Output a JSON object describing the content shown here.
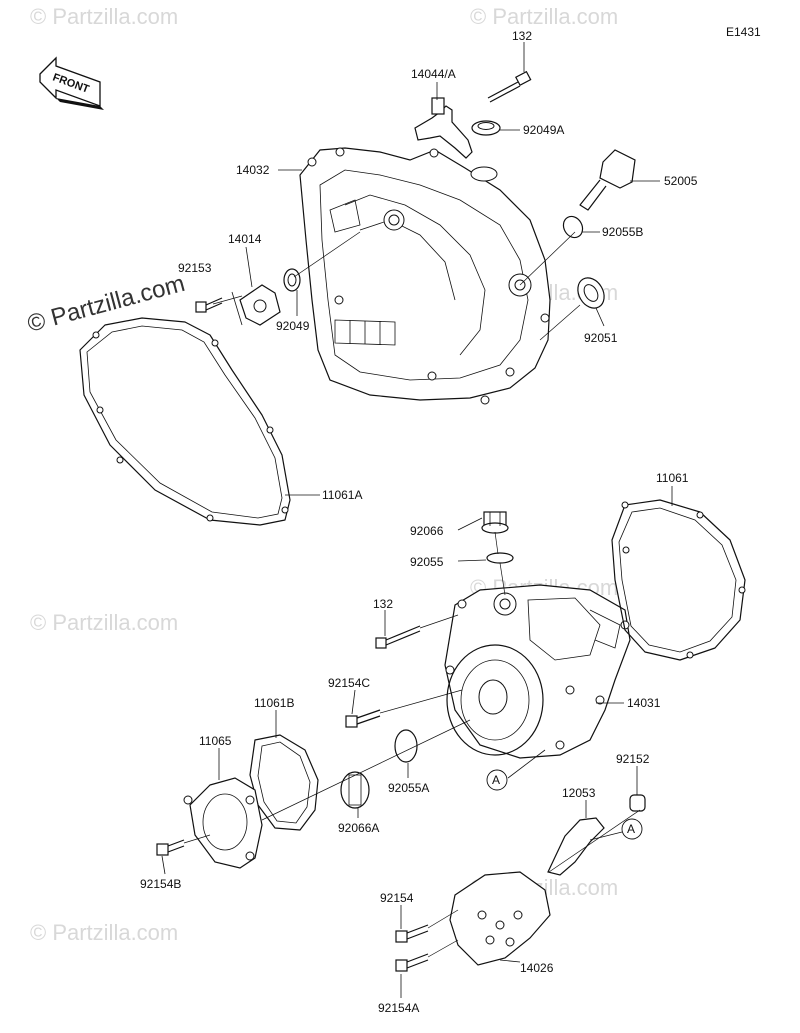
{
  "diagram_code": "E1431",
  "front_label": "FRONT",
  "watermark_main": "© Partzilla.com",
  "watermark_faint": "© Partzilla.com",
  "callout_a_top": "A",
  "callout_a_bottom": "A",
  "parts": {
    "p132_top": "132",
    "p14044A": "14044/A",
    "p92049A": "92049A",
    "p14032": "14032",
    "p52005": "52005",
    "p92055B": "92055B",
    "p14014": "14014",
    "p92153": "92153",
    "p92049": "92049",
    "p92051": "92051",
    "p11061A": "11061A",
    "p11061": "11061",
    "p92066": "92066",
    "p92055": "92055",
    "p132_mid": "132",
    "p92154C": "92154C",
    "p14031": "14031",
    "p11061B": "11061B",
    "p11065": "11065",
    "p92066A": "92066A",
    "p92055A": "92055A",
    "p92152": "92152",
    "p12053": "12053",
    "p92154B": "92154B",
    "p92154": "92154",
    "p14026": "14026",
    "p92154A": "92154A"
  }
}
